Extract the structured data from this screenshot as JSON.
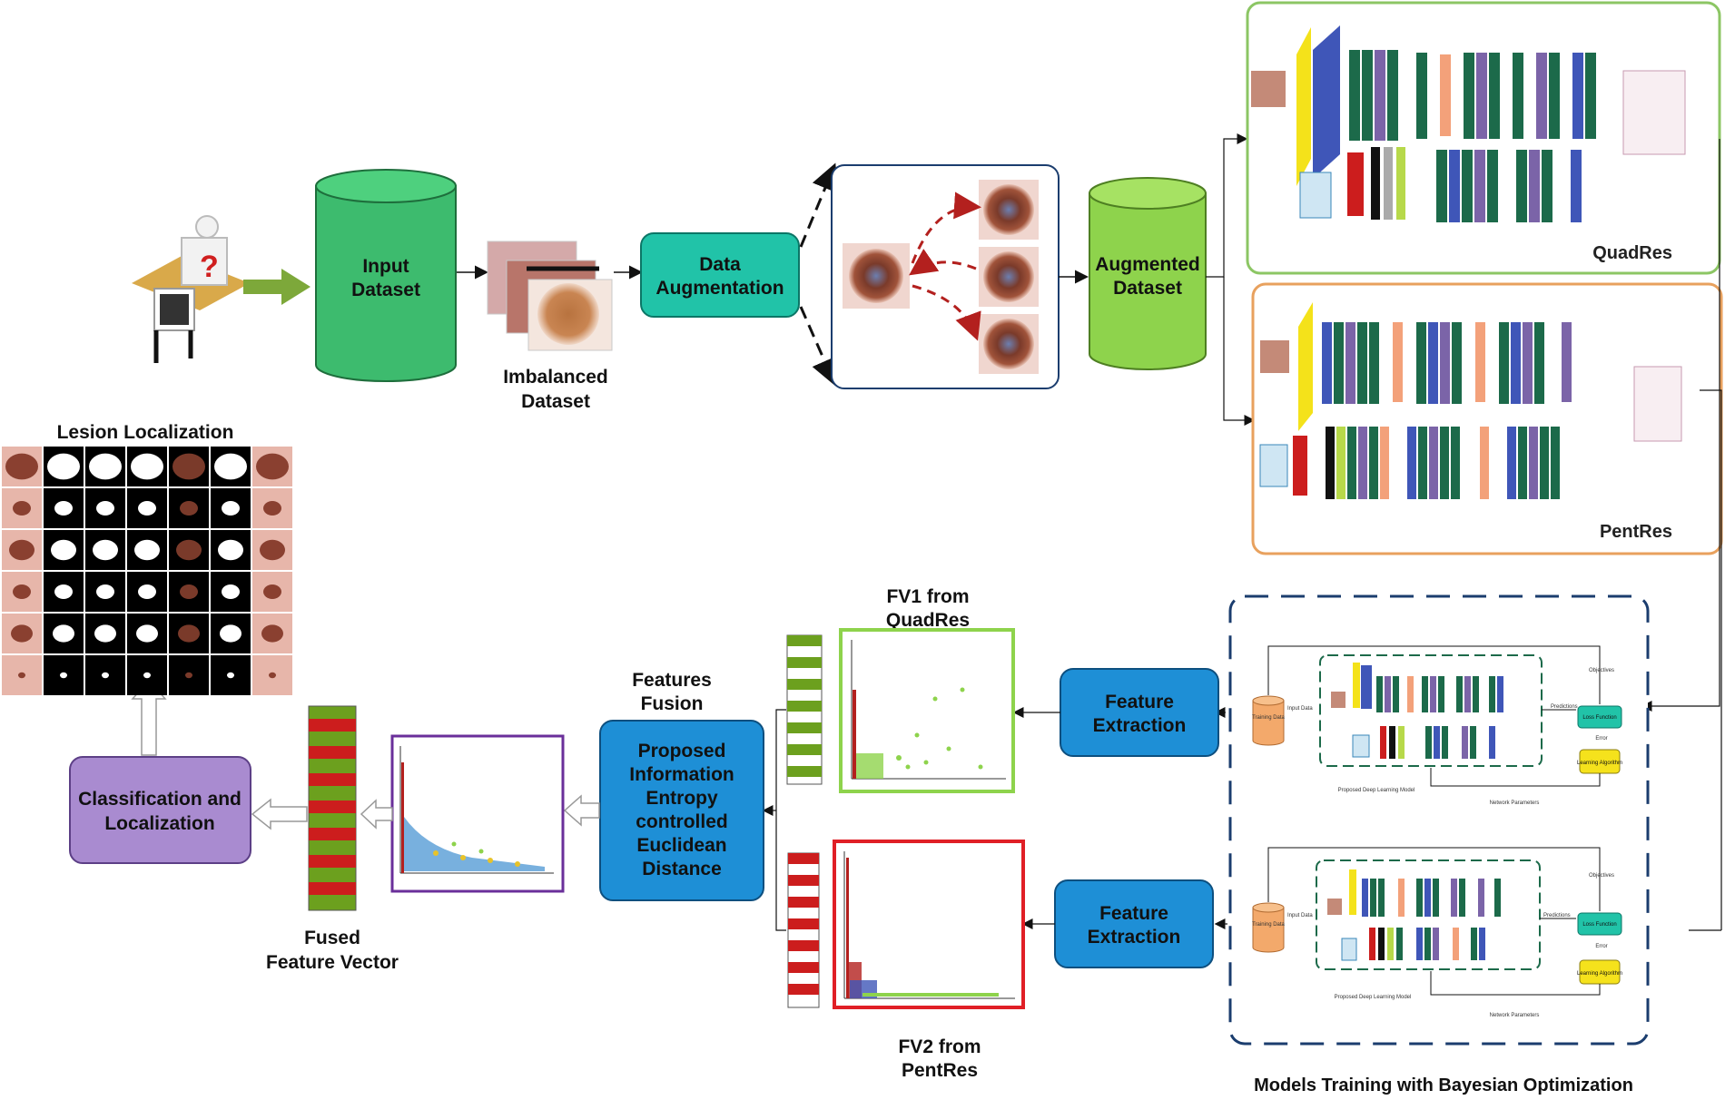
{
  "labels": {
    "input_dataset": [
      "Input",
      "Dataset"
    ],
    "imbalanced_dataset": [
      "Imbalanced",
      "Dataset"
    ],
    "data_augmentation": [
      "Data",
      "Augmentation"
    ],
    "augmented_dataset": [
      "Augmented",
      "Dataset"
    ],
    "quadres": "QuadRes",
    "pentres": "PentRes",
    "lesion_localization": "Lesion Localization",
    "fv1": [
      "FV1 from",
      "QuadRes"
    ],
    "fv2": [
      "FV2 from",
      "PentRes"
    ],
    "features_fusion": [
      "Features",
      "Fusion"
    ],
    "proposed_method": [
      "Proposed",
      "Information",
      "Entropy",
      "controlled",
      "Euclidean",
      "Distance"
    ],
    "feature_extraction_top": [
      "Feature",
      "Extraction"
    ],
    "feature_extraction_bottom": [
      "Feature",
      "Extraction"
    ],
    "classification": [
      "Classification and",
      "Localization"
    ],
    "fused_vector": [
      "Fused",
      "Feature Vector"
    ],
    "models_training": "Models Training with Bayesian Optimization"
  },
  "training_panel": {
    "training_data": "Training Data",
    "input_data": "Input Data",
    "predictions": "Predictions",
    "loss_function": "Loss Function",
    "error": "Error",
    "learning_algorithm": "Learning Algorithm",
    "objectives": "Objectives",
    "proposed_model": "Proposed Deep Learning Model",
    "network_parameters": "Network Parameters"
  },
  "colors": {
    "cylinder_dark_green": "#3dbb6e",
    "cylinder_light_green": "#8ed34c",
    "teal": "#21c3a8",
    "blue": "#1e8fd6",
    "purple": "#a98bd0",
    "quadres_border": "#8cc664",
    "pentres_border": "#e8a15e",
    "fv1_border": "#8ed34c",
    "fv2_border": "#e01f26",
    "fused_border": "#6a2f9a",
    "navy": "#1b3d6e"
  }
}
